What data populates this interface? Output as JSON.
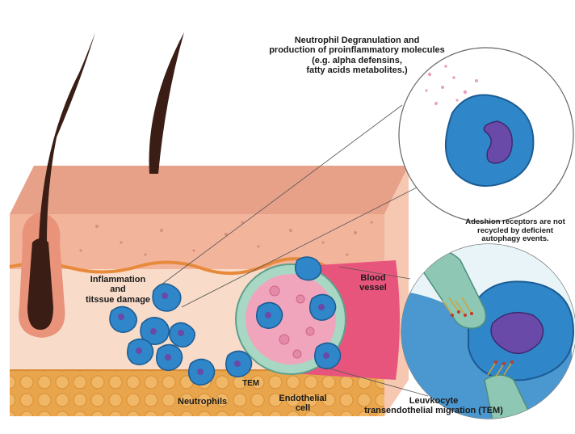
{
  "labels": {
    "degranulation": [
      "Neutrophil Degranulation and",
      "production of proinflammatory molecules",
      "(e.g. alpha defensins,",
      "fatty acids metabolites.)"
    ],
    "adhesion": [
      "Adeshion receptors are not",
      "recycled by deficient",
      "autophagy events."
    ],
    "inflammation": [
      "Inflammation",
      "and",
      "titssue damage"
    ],
    "blood_vessel": [
      "Blood",
      "vessel"
    ],
    "tem": "TEM",
    "neutrophils": "Neutrophils",
    "endothelial": [
      "Endothelial",
      "cell"
    ],
    "leukocyte": [
      "Leuvkocyte",
      "transendothelial migration (TEM)"
    ]
  },
  "colors": {
    "epidermis": "#f3b49c",
    "dermis": "#f6d6c4",
    "subcutis": "#e9a54c",
    "boundary_line": "#e88a3c",
    "hair": "#3a1d14",
    "neutrophil": "#2f86c8",
    "neutrophil_nucleus": "#6a4aa8",
    "vessel_wall": "#8ec7b3",
    "vessel_lumen": "#f0a5bd"
  }
}
